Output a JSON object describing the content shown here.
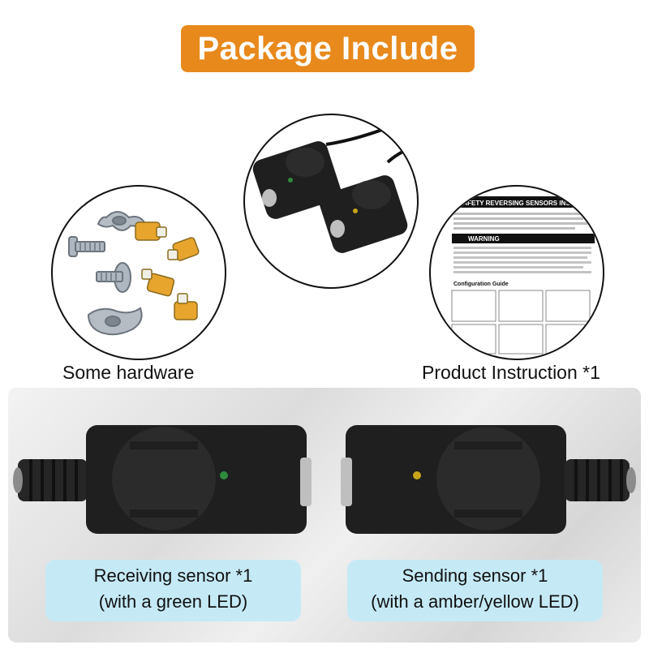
{
  "header": {
    "title": "Package Include",
    "badge_color": "#e8891c"
  },
  "items": {
    "hardware": {
      "caption": "Some hardware"
    },
    "manual": {
      "caption": "Product Instruction *1",
      "doc_title": "SAFETY REVERSING SENSORS INSTALLATION",
      "warning": "WARNING",
      "section": "Configuration Guide"
    }
  },
  "products": {
    "receiving": {
      "line1": "Receiving sensor *1",
      "line2": "(with a green LED)",
      "led_color": "#2e8b3e"
    },
    "sending": {
      "line1": "Sending sensor *1",
      "line2": "(with a amber/yellow LED)",
      "led_color": "#c7a41a"
    }
  },
  "colors": {
    "label_bg": "#c5eaf6",
    "sensor_body": "#1f1f1f"
  }
}
